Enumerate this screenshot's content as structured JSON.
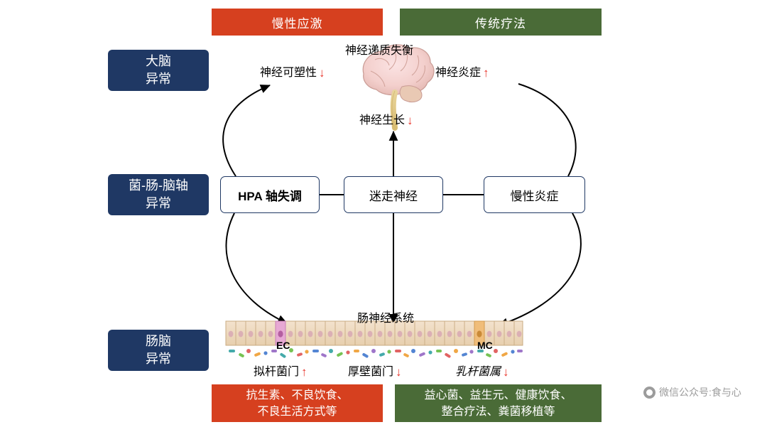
{
  "top_banners": {
    "stress": "慢性应激",
    "therapy": "传统疗法"
  },
  "bottom_banners": {
    "antibiotic_line1": "抗生素、不良饮食、",
    "antibiotic_line2": "不良生活方式等",
    "probiotic_line1": "益心菌、益生元、健康饮食、",
    "probiotic_line2": "整合疗法、粪菌移植等"
  },
  "row_labels": {
    "brain_line1": "大脑",
    "brain_line2": "异常",
    "axis_line1": "菌-肠-脑轴",
    "axis_line2": "异常",
    "gut_line1": "肠脑",
    "gut_line2": "异常"
  },
  "nodes": {
    "hpa": "HPA 轴失调",
    "vagus": "迷走神经",
    "inflammation": "慢性炎症"
  },
  "brain_texts": {
    "neurotransmitter_imbalance": "神经递质失衡",
    "neuroplasticity": "神经可塑性",
    "neuroplasticity_arrow": "↓",
    "neuroinflammation": "神经炎症",
    "neuroinflammation_arrow": "↑",
    "neurogenesis": "神经生长",
    "neurogenesis_arrow": "↓"
  },
  "gut_texts": {
    "enteric_nervous_system": "肠神经系统",
    "ec_label": "EC",
    "mc_label": "MC",
    "bacteroidetes": "拟杆菌门",
    "bacteroidetes_arrow": "↑",
    "firmicutes": "厚壁菌门",
    "firmicutes_arrow": "↓",
    "lactobacillus": "乳杆菌属",
    "lactobacillus_arrow": "↓"
  },
  "watermark": {
    "text": "微信公众号:食与心",
    "icon": "wechat-icon"
  },
  "colors": {
    "stress_red": "#d6401f",
    "therapy_green": "#4a6b37",
    "label_blue": "#1f3864",
    "arrow_red": "#e8332a"
  }
}
